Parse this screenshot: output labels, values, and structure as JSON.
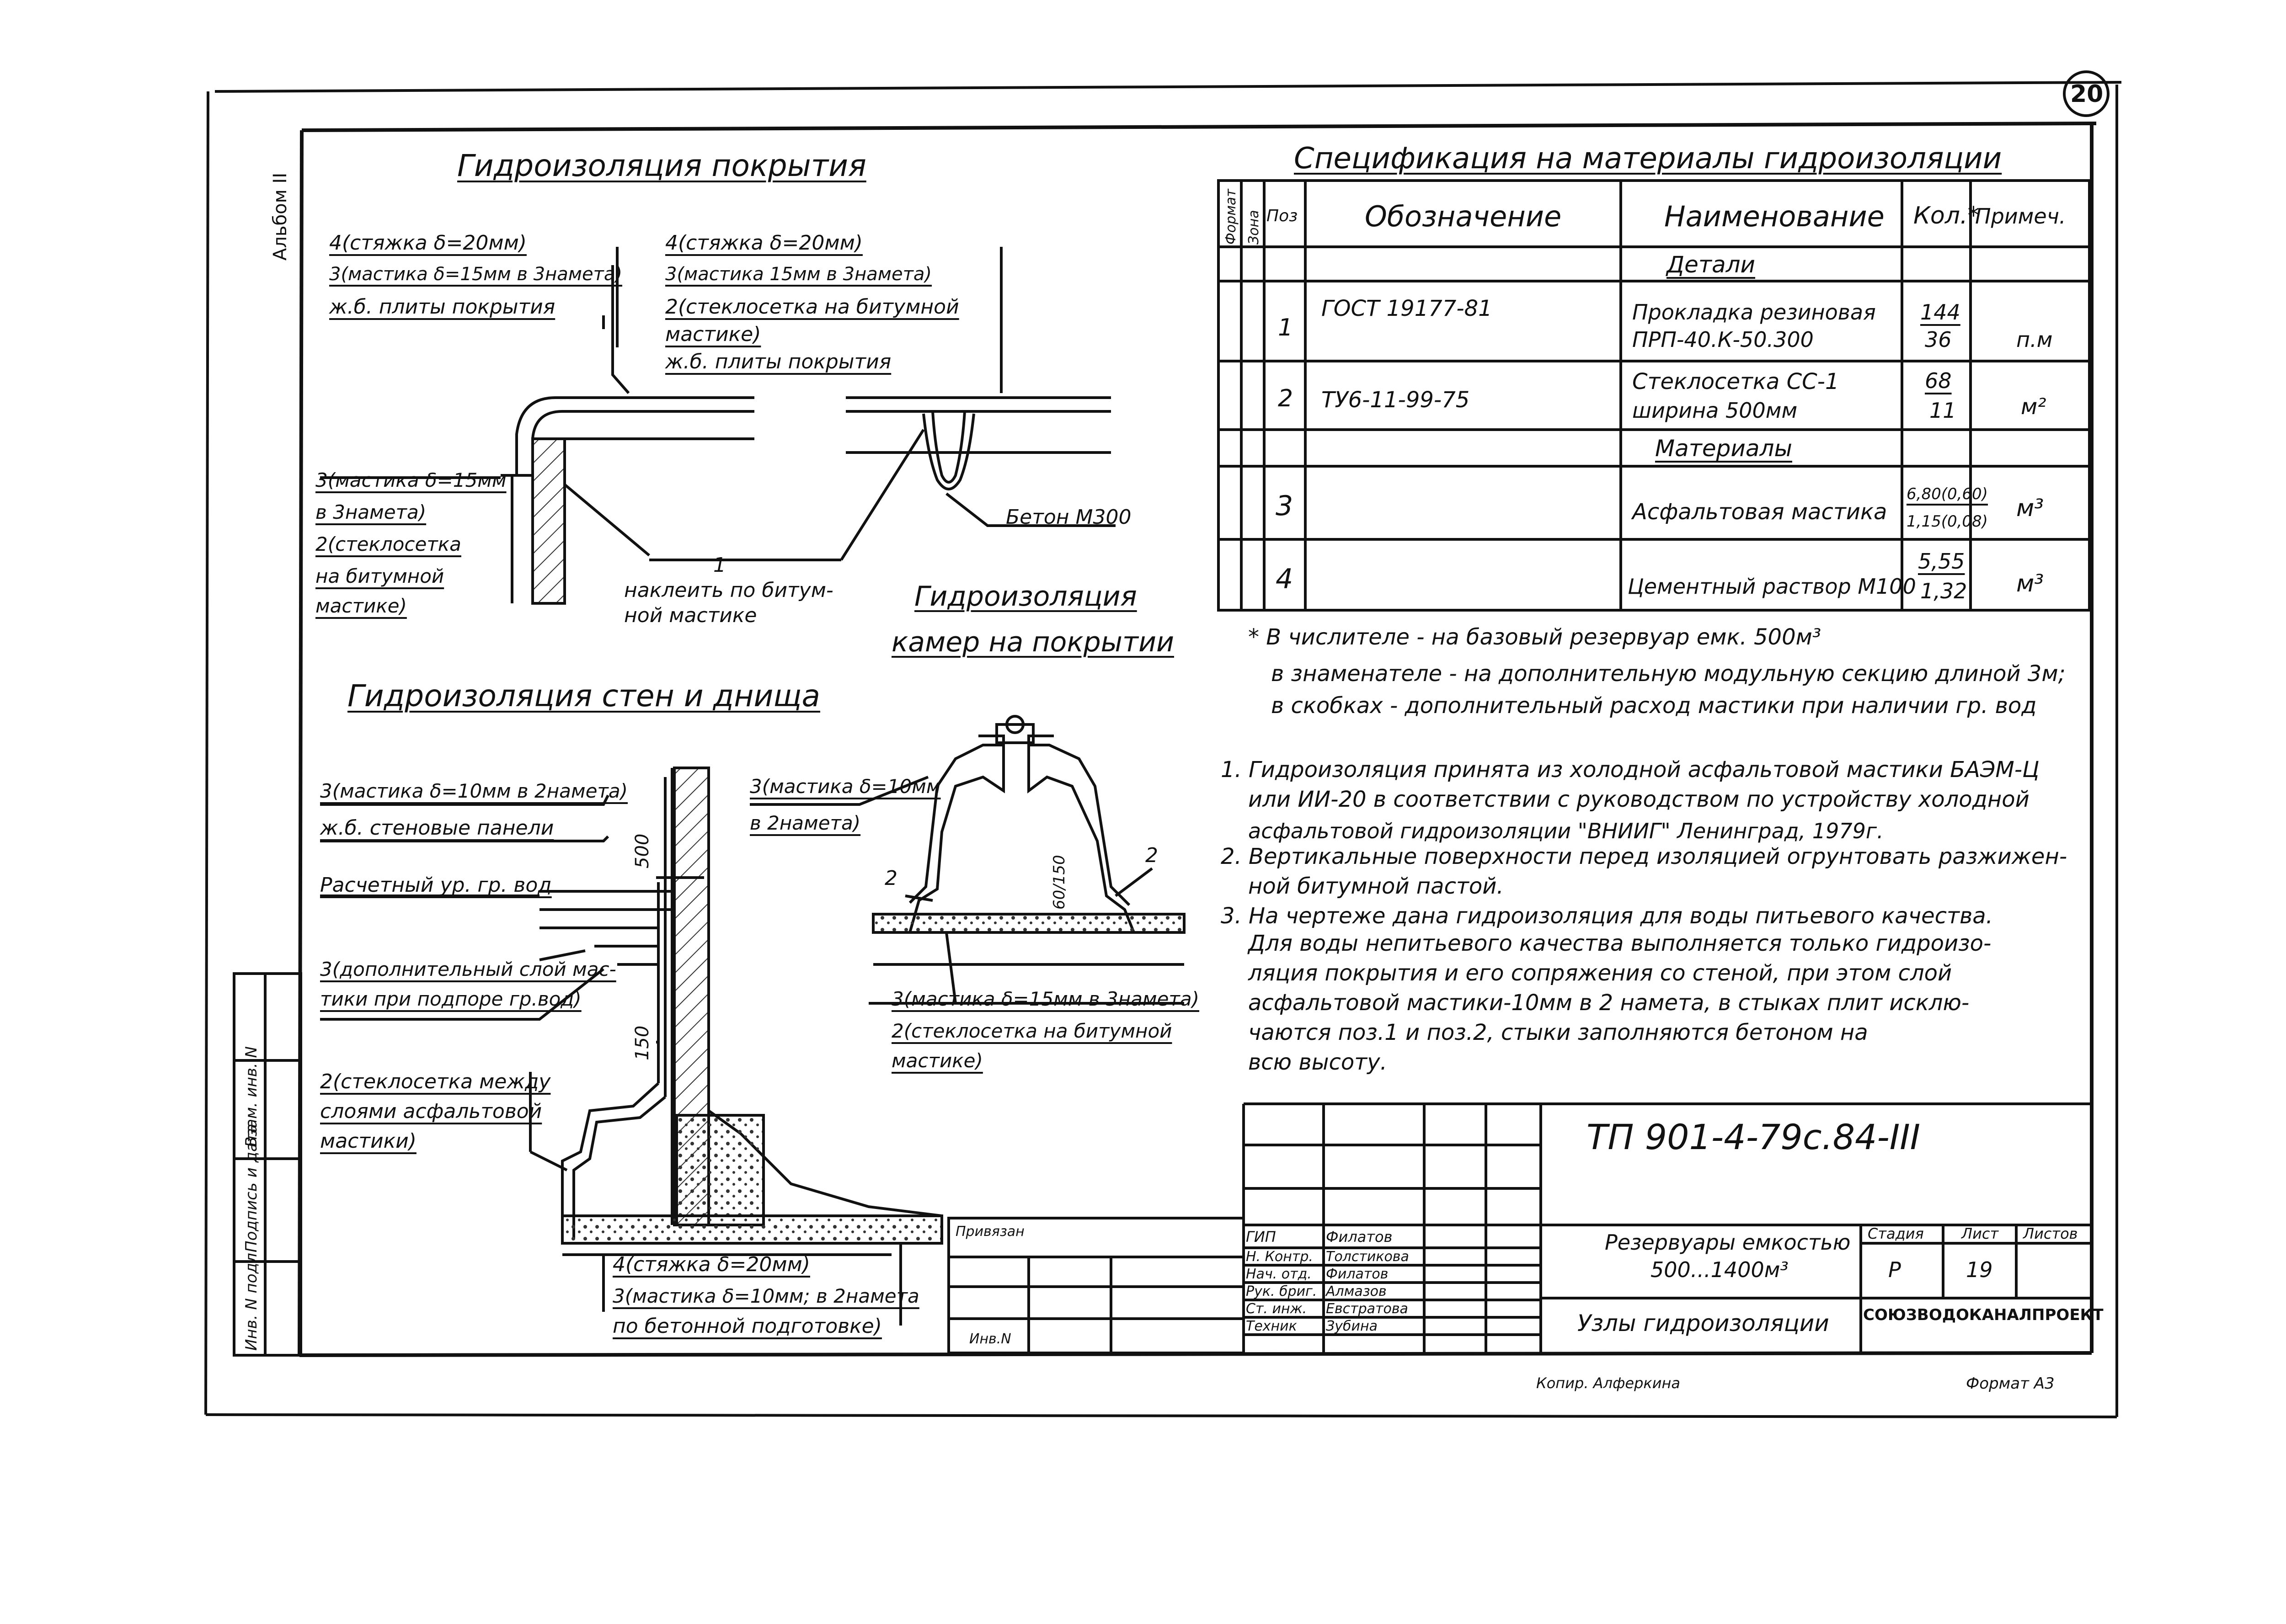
{
  "sheet": {
    "number": "20",
    "album": "Альбом II",
    "code": "ТП 901-4-79с.84-III",
    "title_line1": "Резервуары емкостью",
    "title_line2": "500...1400м³",
    "subtitle": "Узлы гидроизоляции",
    "stage_label": "Стадия",
    "sheet_label": "Лист",
    "sheets_label": "Листов",
    "stage": "Р",
    "sheet": "19",
    "org": "СОЮЗВОДОКАНАЛПРОЕКТ",
    "privyazan": "Привязан",
    "inv": "Инв.N",
    "copied": "Копир. Алферкина",
    "format": "Формат А3",
    "side_stamp": [
      "Инв. N подл.",
      "Подпись и дата",
      "Взам. инв. N"
    ]
  },
  "staff": [
    {
      "role": "ГИП",
      "name": "Филатов"
    },
    {
      "role": "Н. Контр.",
      "name": "Толстикова"
    },
    {
      "role": "Нач. отд.",
      "name": "Филатов"
    },
    {
      "role": "Рук. бриг.",
      "name": "Алмазов"
    },
    {
      "role": "Ст. инж.",
      "name": "Евстратова"
    },
    {
      "role": "Техник",
      "name": "Зубина"
    }
  ],
  "drawings": {
    "roof_title": "Гидроизоляция покрытия",
    "roof_left": [
      "4(стяжка δ=20мм)",
      "3(мастика δ=15мм в 3намета)",
      "ж.б. плиты покрытия"
    ],
    "roof_right": [
      "4(стяжка δ=20мм)",
      "3(мастика 15мм в 3намета)",
      "2(стеклосетка на битумной",
      "мастике)",
      "ж.б. плиты покрытия"
    ],
    "roof_side": [
      "3(мастика δ=15мм",
      "в 3намета)",
      "2(стеклосетка",
      "на битумной",
      "мастике)"
    ],
    "roof_glue": [
      "наклеить по битум-",
      "ной мастике"
    ],
    "roof_concrete": "Бетон М300",
    "roof_mark1": "1",
    "chamber_title": [
      "Гидроизоляция",
      "камер на покрытии"
    ],
    "walls_title": "Гидроизоляция стен и днища",
    "walls_top": [
      "3(мастика δ=10мм в 2намета)",
      "ж.б. стеновые панели"
    ],
    "walls_level": "Расчетный ур. гр. вод",
    "walls_extra": [
      "3(дополнительный слой мас-",
      "тики при подпоре гр.вод)"
    ],
    "walls_mesh": [
      "2(стеклосетка между",
      "слоями асфальтовой",
      "мастики)"
    ],
    "walls_bottom": [
      "4(стяжка δ=20мм)",
      "3(мастика δ=10мм; в 2намета",
      "по бетонной подготовке)"
    ],
    "dim_500": "500",
    "dim_150": "150",
    "chamber_top": [
      "3(мастика δ=10мм",
      "в 2намета)"
    ],
    "chamber_bottom": [
      "3(мастика δ=15мм в 3намета)",
      "2(стеклосетка на битумной",
      "мастике)"
    ],
    "chamber_mark": "2",
    "chamber_dim": "60/150"
  },
  "spec": {
    "title": "Спецификация на материалы гидроизоляции",
    "columns": [
      "Формат",
      "Зона",
      "Поз",
      "Обозначение",
      "Наименование",
      "Кол.*",
      "Примеч."
    ],
    "section_details": "Детали",
    "section_materials": "Материалы",
    "rows": [
      {
        "pos": "1",
        "code": "ГОСТ 19177-81",
        "name1": "Прокладка резиновая",
        "name2": "ПРП-40.К-50.300",
        "q1": "144",
        "q2": "36",
        "unit": "п.м"
      },
      {
        "pos": "2",
        "code": "ТУ6-11-99-75",
        "name1": "Стеклосетка СС-1",
        "name2": "ширина 500мм",
        "q1": "68",
        "q2": "11",
        "unit": "м²"
      },
      {
        "pos": "3",
        "code": "",
        "name1": "Асфальтовая мастика",
        "name2": "",
        "q1": "6,80(0,60)",
        "q2": "1,15(0,08)",
        "unit": "м³"
      },
      {
        "pos": "4",
        "code": "",
        "name1": "Цементный раствор М100",
        "name2": "",
        "q1": "5,55",
        "q2": "1,32",
        "unit": "м³"
      }
    ]
  },
  "footnote": [
    "* В числителе - на базовый резервуар емк. 500м³",
    "в знаменателе - на дополнительную модульную секцию длиной 3м;",
    "в скобках - дополнительный расход мастики при наличии гр. вод"
  ],
  "notes": [
    "1. Гидроизоляция принята из холодной асфальтовой мастики БАЭМ-Ц",
    "или ИИ-20 в соответствии с руководством по устройству холодной",
    "асфальтовой гидроизоляции \"ВНИИГ\" Ленинград, 1979г.",
    "2. Вертикальные поверхности перед изоляцией огрунтовать разжижен-",
    "ной битумной пастой.",
    "3. На чертеже дана гидроизоляция для воды питьевого качества.",
    "Для воды непитьевого качества выполняется только гидроизо-",
    "ляция покрытия и его сопряжения со стеной, при этом слой",
    "асфальтовой мастики-10мм в 2 намета, в стыках плит исклю-",
    "чаются поз.1 и поз.2, стыки заполняются бетоном на",
    "всю высоту."
  ]
}
